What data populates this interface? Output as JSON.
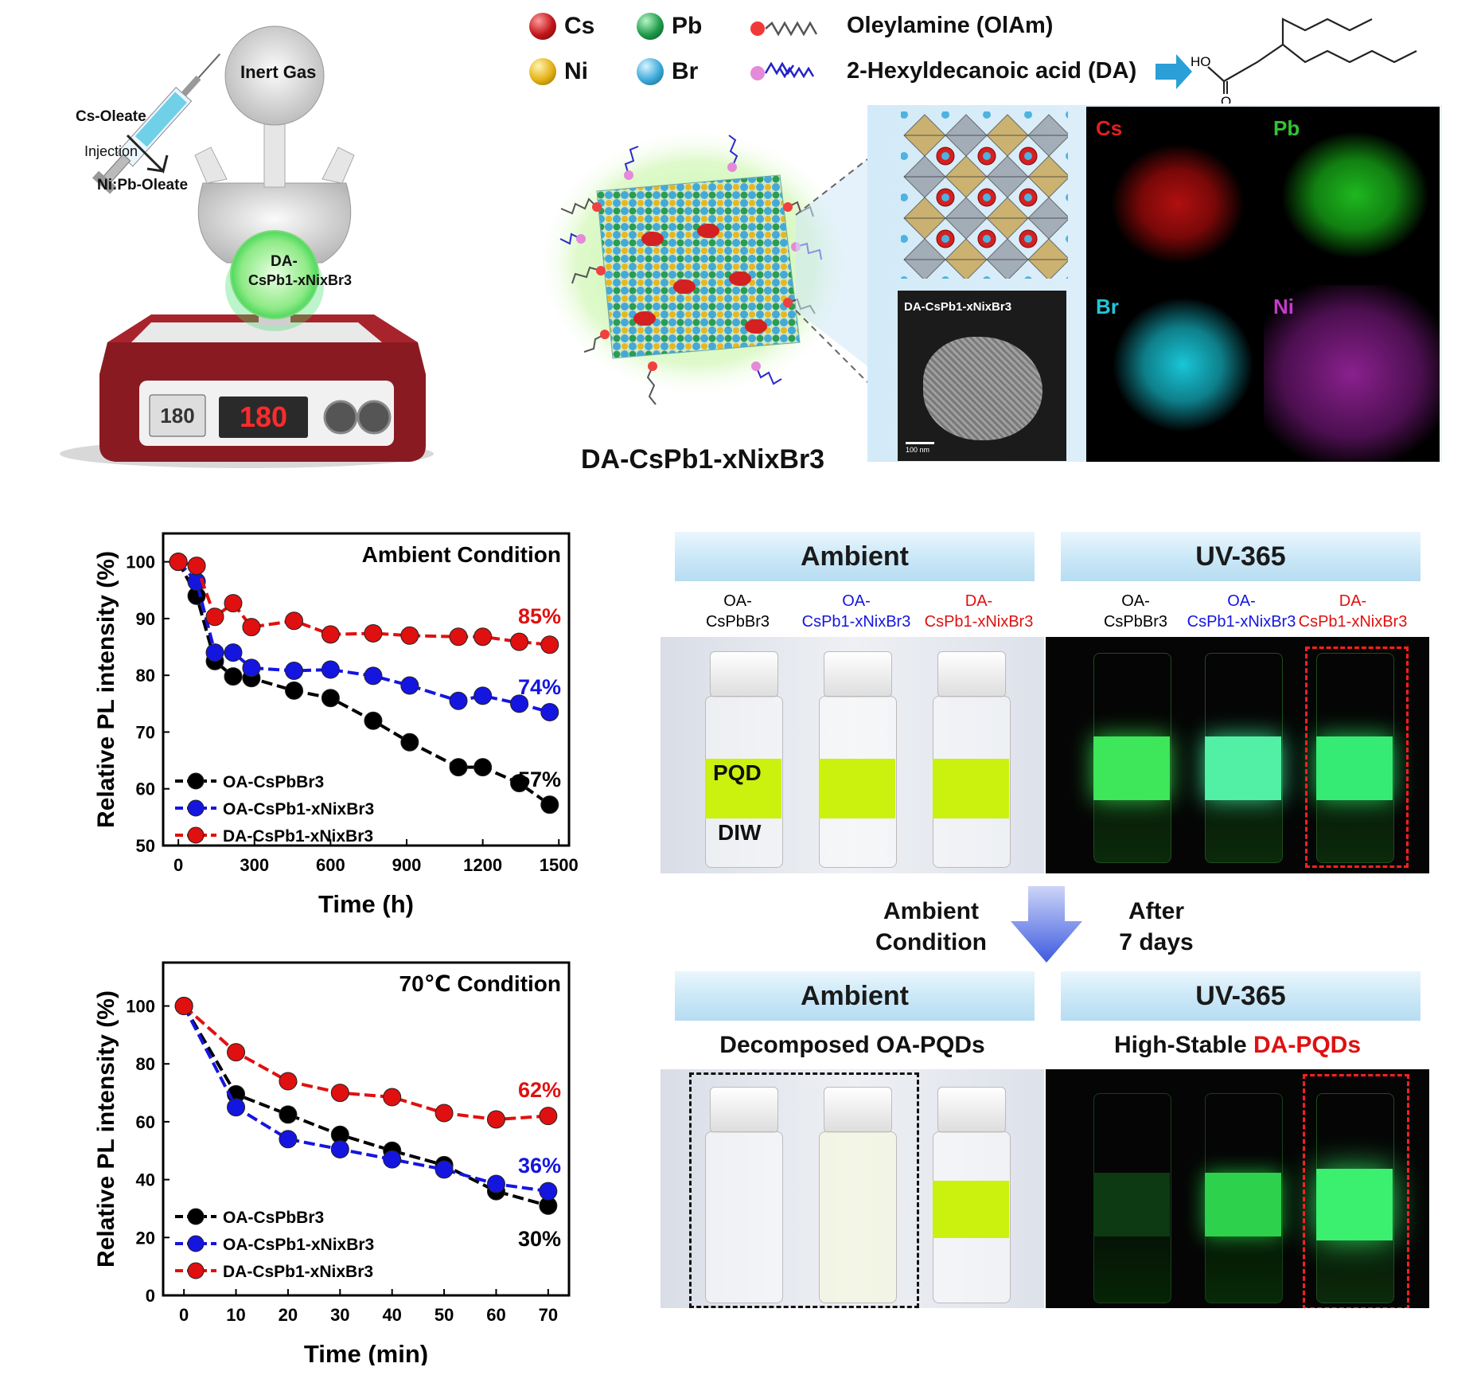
{
  "synthesis": {
    "flask_gas": "Inert Gas",
    "cs_oleate": "Cs-Oleate",
    "injection": "Injection",
    "ni_pb_oleate": "Ni:Pb-Oleate",
    "flask_content_line1": "DA-",
    "flask_content_line2": "CsPb1-xNixBr3",
    "display_small": "180",
    "display_big": "180"
  },
  "legend": {
    "elements": [
      {
        "symbol": "Cs",
        "color": "#c0151a"
      },
      {
        "symbol": "Pb",
        "color": "#1f9a4a"
      },
      {
        "symbol": "Ni",
        "color": "#e3b014"
      },
      {
        "symbol": "Br",
        "color": "#3ba9d9"
      }
    ],
    "ligand_olam": "Oleylamine (OlAm)",
    "ligand_da": "2-Hexyldecanoic acid (DA)",
    "da_acid_label": "HO",
    "da_carbonyl_label": "O"
  },
  "nanocrystal": {
    "caption": "DA-CsPb1-xNixBr3",
    "tem_label": "DA-CsPb1-xNixBr3",
    "scale_bar": "100 nm"
  },
  "eds_maps": [
    {
      "label": "Cs",
      "color": "#e02020"
    },
    {
      "label": "Pb",
      "color": "#33c233"
    },
    {
      "label": "Br",
      "color": "#22c6d8"
    },
    {
      "label": "Ni",
      "color": "#c23cc8"
    }
  ],
  "charts_text": {
    "legend1": "OA-CsPbBr3",
    "legend2": "OA-CsPb1-xNixBr3",
    "legend3": "DA-CsPb1-xNixBr3"
  },
  "chart_data": [
    {
      "type": "line",
      "title": "Ambient Condition",
      "xlabel": "Time (h)",
      "ylabel": "Relative PL intensity (%)",
      "xlim": [
        -60,
        1540
      ],
      "ylim": [
        50,
        105
      ],
      "xticks": [
        0,
        300,
        600,
        900,
        1200,
        1500
      ],
      "yticks": [
        50,
        60,
        70,
        80,
        90,
        100
      ],
      "series": [
        {
          "name": "OA-CsPbBr3",
          "color": "#000000",
          "x": [
            0,
            72,
            144,
            216,
            288,
            456,
            600,
            768,
            912,
            1104,
            1200,
            1344,
            1464
          ],
          "y": [
            100,
            94,
            82.5,
            79.8,
            79.5,
            77.3,
            76,
            72,
            68.2,
            63.8,
            63.8,
            61,
            57.2
          ]
        },
        {
          "name": "OA-CsPb1-xNixBr3",
          "color": "#1515e0",
          "x": [
            0,
            72,
            144,
            216,
            288,
            456,
            600,
            768,
            912,
            1104,
            1200,
            1344,
            1464
          ],
          "y": [
            100,
            96.5,
            84,
            84,
            81.3,
            80.8,
            81,
            79.9,
            78.2,
            75.5,
            76.4,
            75,
            73.5
          ]
        },
        {
          "name": "DA-CsPb1-xNixBr3",
          "color": "#e01010",
          "x": [
            0,
            72,
            144,
            216,
            288,
            456,
            600,
            768,
            912,
            1104,
            1200,
            1344,
            1464
          ],
          "y": [
            100,
            99.3,
            90.3,
            92.7,
            88.5,
            89.6,
            87.2,
            87.4,
            87,
            86.8,
            86.8,
            85.9,
            85.4
          ]
        }
      ],
      "annotations": [
        {
          "text": "85%",
          "color": "#e01010"
        },
        {
          "text": "74%",
          "color": "#1515e0"
        },
        {
          "text": "57%",
          "color": "#000000"
        }
      ]
    },
    {
      "type": "line",
      "title": "70℃ Condition",
      "xlabel": "Time (min)",
      "ylabel": "Relative PL intensity (%)",
      "xlim": [
        -4,
        74
      ],
      "ylim": [
        0,
        115
      ],
      "xticks": [
        0,
        10,
        20,
        30,
        40,
        50,
        60,
        70
      ],
      "yticks": [
        0,
        20,
        40,
        60,
        80,
        100
      ],
      "series": [
        {
          "name": "OA-CsPbBr3",
          "color": "#000000",
          "x": [
            0,
            10,
            20,
            30,
            40,
            50,
            60,
            70
          ],
          "y": [
            100,
            69.5,
            62.5,
            55.5,
            50,
            45,
            36,
            31
          ]
        },
        {
          "name": "OA-CsPb1-xNixBr3",
          "color": "#1515e0",
          "x": [
            0,
            10,
            20,
            30,
            40,
            50,
            60,
            70
          ],
          "y": [
            100,
            65,
            54,
            50.5,
            47,
            43.5,
            38.5,
            36
          ]
        },
        {
          "name": "DA-CsPb1-xNixBr3",
          "color": "#e01010",
          "x": [
            0,
            10,
            20,
            30,
            40,
            50,
            60,
            70
          ],
          "y": [
            100,
            84,
            74,
            70,
            68.5,
            63,
            60.8,
            62
          ]
        }
      ],
      "annotations": [
        {
          "text": "62%",
          "color": "#e01010"
        },
        {
          "text": "36%",
          "color": "#1515e0"
        },
        {
          "text": "30%",
          "color": "#000000"
        }
      ]
    }
  ],
  "photos": {
    "banner_ambient": "Ambient",
    "banner_uv": "UV-365",
    "vial_labels": [
      {
        "line1": "OA-",
        "line2": "CsPbBr3",
        "color": "#000000"
      },
      {
        "line1": "OA-",
        "line2": "CsPb1-xNixBr3",
        "color": "#1515e0"
      },
      {
        "line1": "DA-",
        "line2": "CsPb1-xNixBr3",
        "color": "#e01010"
      }
    ],
    "pqd_label": "PQD",
    "diw_label": "DIW",
    "arrow_left_line1": "Ambient",
    "arrow_left_line2": "Condition",
    "arrow_right_line1": "After",
    "arrow_right_line2": "7 days",
    "decomposed_caption": "Decomposed OA-PQDs",
    "stable_caption_prefix": "High-Stable ",
    "stable_caption_highlight": "DA-PQDs"
  }
}
